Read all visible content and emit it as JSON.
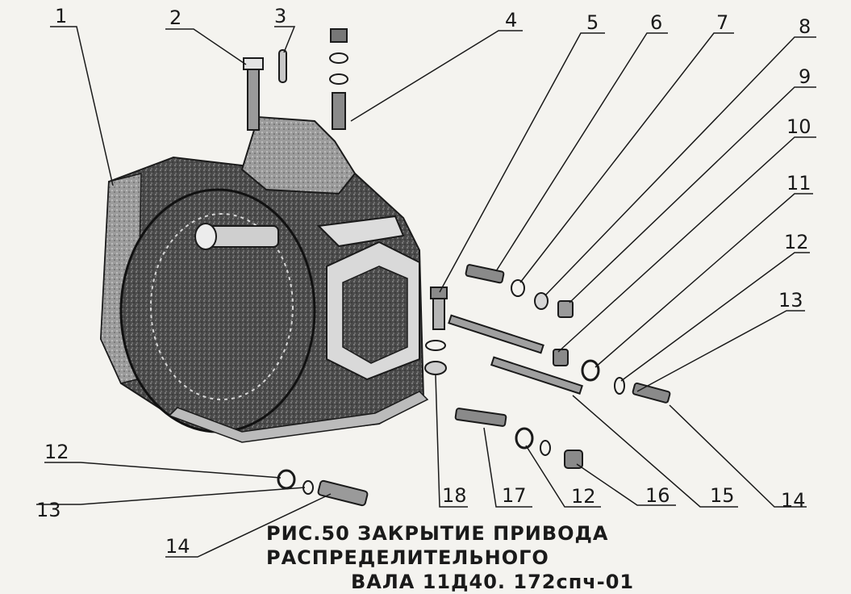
{
  "caption": {
    "line1": "РИС.50 ЗАКРЫТИЕ ПРИВОДА РАСПРЕДЕЛИТЕЛЬНОГО",
    "line2": "ВАЛА 11Д40. 172спч-01"
  },
  "callouts": [
    {
      "id": "c1",
      "text": "1"
    },
    {
      "id": "c2",
      "text": "2"
    },
    {
      "id": "c3",
      "text": "3"
    },
    {
      "id": "c4",
      "text": "4"
    },
    {
      "id": "c5",
      "text": "5"
    },
    {
      "id": "c6",
      "text": "6"
    },
    {
      "id": "c7",
      "text": "7"
    },
    {
      "id": "c8",
      "text": "8"
    },
    {
      "id": "c9",
      "text": "9"
    },
    {
      "id": "c10",
      "text": "10"
    },
    {
      "id": "c11",
      "text": "11"
    },
    {
      "id": "c12a",
      "text": "12"
    },
    {
      "id": "c13a",
      "text": "13"
    },
    {
      "id": "c14a",
      "text": "14"
    },
    {
      "id": "c15",
      "text": "15"
    },
    {
      "id": "c16",
      "text": "16"
    },
    {
      "id": "c12b",
      "text": "12"
    },
    {
      "id": "c17",
      "text": "17"
    },
    {
      "id": "c18",
      "text": "18"
    },
    {
      "id": "c12c",
      "text": "12"
    },
    {
      "id": "c13c",
      "text": "13"
    },
    {
      "id": "c14c",
      "text": "14"
    }
  ],
  "colors": {
    "ink": "#1a1a1a",
    "metal_dark": "#3b3b3b",
    "metal_mid": "#8a8a8a",
    "paper": "#f4f3ef"
  }
}
